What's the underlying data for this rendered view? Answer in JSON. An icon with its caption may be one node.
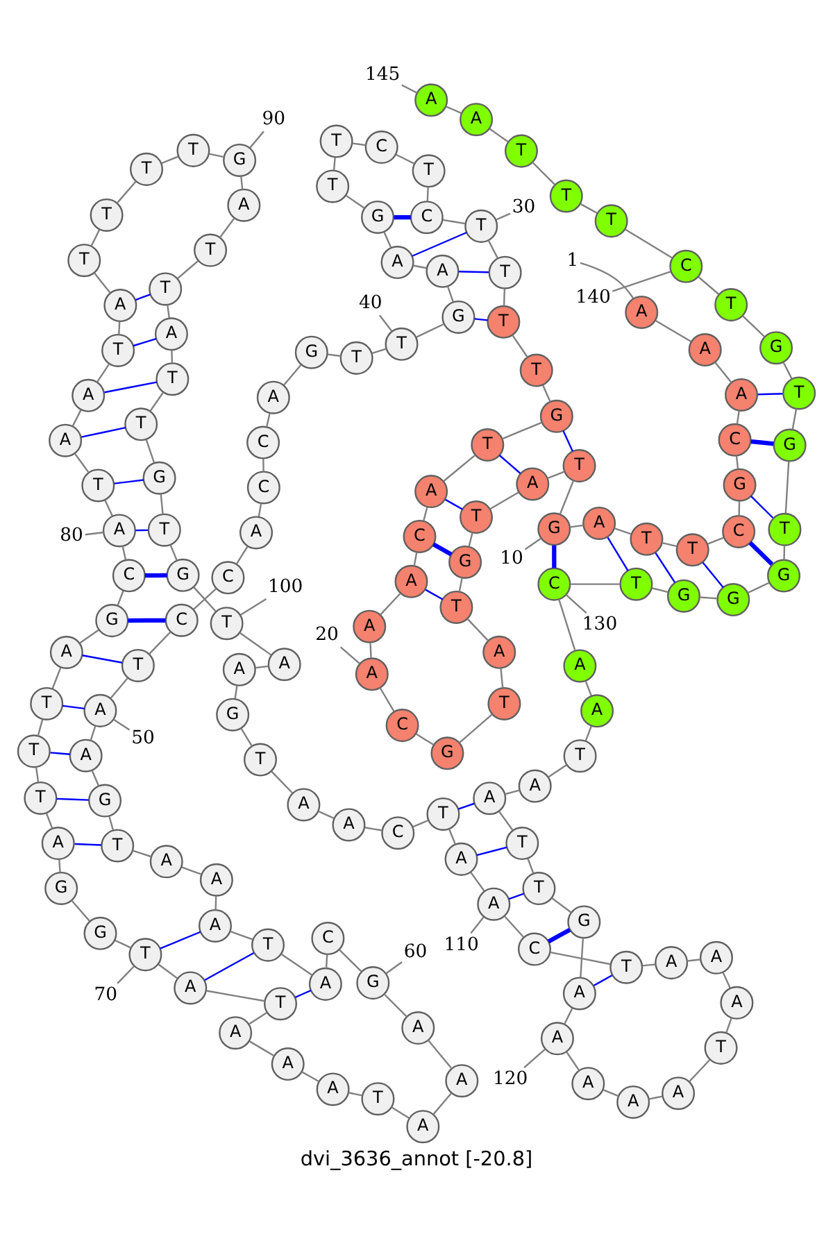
{
  "diagram": {
    "caption": "dvi_3636_annot [-20.8]",
    "nodes": [
      {
        "text": [
          "A"
        ]
      },
      {
        "text": [
          "A"
        ]
      },
      {
        "text": [
          "A"
        ]
      },
      {
        "text": [
          "C"
        ]
      },
      {
        "text": [
          "G"
        ]
      },
      {
        "text": [
          "C"
        ]
      },
      {
        "text": [
          "T"
        ]
      },
      {
        "text": [
          "T"
        ]
      },
      {
        "text": [
          "A"
        ]
      },
      {
        "text": [
          "G"
        ]
      },
      {
        "text": [
          "T"
        ]
      },
      {
        "text": [
          "A"
        ]
      },
      {
        "text": [
          "T"
        ]
      },
      {
        "text": [
          "G"
        ]
      },
      {
        "text": [
          "T"
        ]
      },
      {
        "text": [
          "A"
        ]
      },
      {
        "text": [
          "T"
        ]
      },
      {
        "text": [
          "G"
        ]
      },
      {
        "text": [
          "C"
        ]
      },
      {
        "text": [
          "A"
        ]
      },
      {
        "text": [
          "A"
        ]
      },
      {
        "text": [
          "A"
        ]
      },
      {
        "text": [
          "C"
        ]
      },
      {
        "text": [
          "A"
        ]
      },
      {
        "text": [
          "T"
        ]
      },
      {
        "text": [
          "G"
        ]
      },
      {
        "text": [
          "T"
        ]
      },
      {
        "text": [
          "T"
        ]
      },
      {
        "text": [
          "T"
        ]
      },
      {
        "text": [
          "T"
        ]
      },
      {
        "text": [
          "C"
        ]
      },
      {
        "text": [
          "T"
        ]
      },
      {
        "text": [
          "C"
        ]
      },
      {
        "text": [
          "T"
        ]
      },
      {
        "text": [
          "T"
        ]
      },
      {
        "text": [
          "G"
        ]
      },
      {
        "text": [
          "A"
        ]
      },
      {
        "text": [
          "A"
        ]
      },
      {
        "text": [
          "G"
        ]
      },
      {
        "text": [
          "T"
        ]
      },
      {
        "text": [
          "T"
        ]
      },
      {
        "text": [
          "G"
        ]
      },
      {
        "text": [
          "A"
        ]
      },
      {
        "text": [
          "C"
        ]
      },
      {
        "text": [
          "C"
        ]
      },
      {
        "text": [
          "A"
        ]
      },
      {
        "text": [
          "C"
        ]
      },
      {
        "text": [
          "C"
        ]
      },
      {
        "text": [
          "T"
        ]
      },
      {
        "text": [
          "A"
        ]
      },
      {
        "text": [
          "A"
        ]
      },
      {
        "text": [
          "G"
        ]
      },
      {
        "text": [
          "T"
        ]
      },
      {
        "text": [
          "A"
        ]
      },
      {
        "text": [
          "A"
        ]
      },
      {
        "text": [
          "A"
        ]
      },
      {
        "text": [
          "T"
        ]
      },
      {
        "text": [
          "A"
        ]
      },
      {
        "text": [
          "C"
        ]
      },
      {
        "text": [
          "G"
        ]
      },
      {
        "text": [
          "A"
        ]
      },
      {
        "text": [
          "A"
        ]
      },
      {
        "text": [
          "A"
        ]
      },
      {
        "text": [
          "T"
        ]
      },
      {
        "text": [
          "A"
        ]
      },
      {
        "text": [
          "A"
        ]
      },
      {
        "text": [
          "A"
        ]
      },
      {
        "text": [
          "T"
        ]
      },
      {
        "text": [
          "A"
        ]
      },
      {
        "text": [
          "T"
        ]
      },
      {
        "text": [
          "G"
        ]
      },
      {
        "text": [
          "G"
        ]
      },
      {
        "text": [
          "A"
        ]
      },
      {
        "text": [
          "T"
        ]
      },
      {
        "text": [
          "T"
        ]
      },
      {
        "text": [
          "T"
        ]
      },
      {
        "text": [
          "A"
        ]
      },
      {
        "text": [
          "G"
        ]
      },
      {
        "text": [
          "C"
        ]
      },
      {
        "text": [
          "A"
        ]
      },
      {
        "text": [
          "T"
        ]
      },
      {
        "text": [
          "A"
        ]
      },
      {
        "text": [
          "A"
        ]
      },
      {
        "text": [
          "T"
        ]
      },
      {
        "text": [
          "A"
        ]
      },
      {
        "text": [
          "T"
        ]
      },
      {
        "text": [
          "T"
        ]
      },
      {
        "text": [
          "T"
        ]
      },
      {
        "text": [
          "T"
        ]
      },
      {
        "text": [
          "G"
        ]
      },
      {
        "text": [
          "A"
        ]
      },
      {
        "text": [
          "T"
        ]
      },
      {
        "text": [
          "T"
        ]
      },
      {
        "text": [
          "A"
        ]
      },
      {
        "text": [
          "T"
        ]
      },
      {
        "text": [
          "T"
        ]
      },
      {
        "text": [
          "G"
        ]
      },
      {
        "text": [
          "T"
        ]
      },
      {
        "text": [
          "G"
        ]
      },
      {
        "text": [
          "T"
        ]
      },
      {
        "text": [
          "A"
        ]
      },
      {
        "text": [
          "A"
        ]
      },
      {
        "text": [
          "G"
        ]
      },
      {
        "text": [
          "T"
        ]
      },
      {
        "text": [
          "A"
        ]
      },
      {
        "text": [
          "A"
        ]
      },
      {
        "text": [
          "C"
        ]
      },
      {
        "text": [
          "T"
        ]
      },
      {
        "text": [
          "A"
        ]
      },
      {
        "text": [
          "A"
        ]
      },
      {
        "text": [
          "C"
        ]
      },
      {
        "text": [
          "T"
        ]
      },
      {
        "text": [
          "A"
        ]
      },
      {
        "text": [
          "A"
        ]
      },
      {
        "text": [
          "A"
        ]
      },
      {
        "text": [
          "T"
        ]
      },
      {
        "text": [
          "A"
        ]
      },
      {
        "text": [
          "A"
        ]
      },
      {
        "text": [
          "A"
        ]
      },
      {
        "text": [
          "A"
        ]
      },
      {
        "text": [
          "A"
        ]
      },
      {
        "text": [
          "G"
        ]
      },
      {
        "text": [
          "T"
        ]
      },
      {
        "text": [
          "T"
        ]
      },
      {
        "text": [
          "A"
        ]
      },
      {
        "text": [
          "A"
        ]
      },
      {
        "text": [
          "T"
        ]
      },
      {
        "text": [
          "A"
        ]
      },
      {
        "text": [
          "A"
        ]
      },
      {
        "text": [
          "C"
        ]
      },
      {
        "text": [
          "T"
        ]
      },
      {
        "text": [
          "G"
        ]
      },
      {
        "text": [
          "G"
        ]
      },
      {
        "text": [
          "G"
        ]
      },
      {
        "text": [
          "T"
        ]
      },
      {
        "text": [
          "G"
        ]
      },
      {
        "text": [
          "T"
        ]
      },
      {
        "text": [
          "G"
        ]
      },
      {
        "text": [
          "T"
        ]
      },
      {
        "text": [
          "C"
        ]
      },
      {
        "text": [
          "T"
        ]
      },
      {
        "text": [
          "T"
        ]
      },
      {
        "text": [
          "T"
        ]
      },
      {
        "text": [
          "A"
        ]
      },
      {
        "text": [
          "A"
        ]
      },
      {
        "text": [
          "1"
        ]
      },
      {
        "text": [
          "10"
        ]
      },
      {
        "text": [
          "20"
        ]
      },
      {
        "text": [
          "30"
        ]
      },
      {
        "text": [
          "40"
        ]
      },
      {
        "text": [
          "50"
        ]
      },
      {
        "text": [
          "60"
        ]
      },
      {
        "text": [
          "70"
        ]
      },
      {
        "text": [
          "80"
        ]
      },
      {
        "text": [
          "90"
        ]
      },
      {
        "text": [
          "100"
        ]
      },
      {
        "text": [
          "110"
        ]
      },
      {
        "text": [
          "120"
        ]
      },
      {
        "text": [
          "130"
        ]
      },
      {
        "text": [
          "140"
        ]
      },
      {
        "text": [
          "145"
        ]
      }
    ],
    "edges": [
      {
        "from": 0,
        "to": 1,
        "arrow": "none"
      },
      {
        "from": 1,
        "to": 2,
        "arrow": "none"
      },
      {
        "from": 2,
        "to": 3,
        "arrow": "none"
      },
      {
        "from": 3,
        "to": 4,
        "arrow": "none"
      },
      {
        "from": 4,
        "to": 5,
        "arrow": "none"
      },
      {
        "from": 5,
        "to": 6,
        "arrow": "none"
      },
      {
        "from": 6,
        "to": 7,
        "arrow": "none"
      },
      {
        "from": 7,
        "to": 8,
        "arrow": "none"
      },
      {
        "from": 8,
        "to": 9,
        "arrow": "none"
      },
      {
        "from": 9,
        "to": 10,
        "arrow": "none"
      },
      {
        "from": 10,
        "to": 11,
        "arrow": "none"
      },
      {
        "from": 11,
        "to": 12,
        "arrow": "none"
      },
      {
        "from": 12,
        "to": 13,
        "arrow": "none"
      },
      {
        "from": 13,
        "to": 14,
        "arrow": "none"
      },
      {
        "from": 14,
        "to": 15,
        "arrow": "none"
      },
      {
        "from": 15,
        "to": 16,
        "arrow": "none"
      },
      {
        "from": 16,
        "to": 17,
        "arrow": "none"
      },
      {
        "from": 17,
        "to": 18,
        "arrow": "none"
      },
      {
        "from": 18,
        "to": 19,
        "arrow": "none"
      },
      {
        "from": 19,
        "to": 20,
        "arrow": "none"
      },
      {
        "from": 20,
        "to": 21,
        "arrow": "none"
      },
      {
        "from": 21,
        "to": 22,
        "arrow": "none"
      },
      {
        "from": 22,
        "to": 23,
        "arrow": "none"
      },
      {
        "from": 23,
        "to": 24,
        "arrow": "none"
      },
      {
        "from": 24,
        "to": 25,
        "arrow": "none"
      },
      {
        "from": 25,
        "to": 26,
        "arrow": "none"
      },
      {
        "from": 26,
        "to": 27,
        "arrow": "none"
      },
      {
        "from": 27,
        "to": 28,
        "arrow": "none"
      },
      {
        "from": 28,
        "to": 29,
        "arrow": "none"
      },
      {
        "from": 29,
        "to": 30,
        "arrow": "none"
      },
      {
        "from": 30,
        "to": 31,
        "arrow": "none"
      },
      {
        "from": 31,
        "to": 32,
        "arrow": "none"
      },
      {
        "from": 32,
        "to": 33,
        "arrow": "none"
      },
      {
        "from": 33,
        "to": 34,
        "arrow": "none"
      },
      {
        "from": 34,
        "to": 35,
        "arrow": "none"
      },
      {
        "from": 35,
        "to": 36,
        "arrow": "none"
      },
      {
        "from": 36,
        "to": 37,
        "arrow": "none"
      },
      {
        "from": 37,
        "to": 38,
        "arrow": "none"
      },
      {
        "from": 38,
        "to": 39,
        "arrow": "none"
      },
      {
        "from": 39,
        "to": 40,
        "arrow": "none"
      },
      {
        "from": 40,
        "to": 41,
        "arrow": "none"
      },
      {
        "from": 41,
        "to": 42,
        "arrow": "none"
      },
      {
        "from": 42,
        "to": 43,
        "arrow": "none"
      },
      {
        "from": 43,
        "to": 44,
        "arrow": "none"
      },
      {
        "from": 44,
        "to": 45,
        "arrow": "none"
      },
      {
        "from": 45,
        "to": 46,
        "arrow": "none"
      },
      {
        "from": 46,
        "to": 47,
        "arrow": "none"
      },
      {
        "from": 47,
        "to": 48,
        "arrow": "none"
      },
      {
        "from": 48,
        "to": 49,
        "arrow": "none"
      },
      {
        "from": 49,
        "to": 50,
        "arrow": "none"
      },
      {
        "from": 50,
        "to": 51,
        "arrow": "none"
      },
      {
        "from": 51,
        "to": 52,
        "arrow": "none"
      },
      {
        "from": 52,
        "to": 53,
        "arrow": "none"
      },
      {
        "from": 53,
        "to": 54,
        "arrow": "none"
      },
      {
        "from": 54,
        "to": 55,
        "arrow": "none"
      },
      {
        "from": 55,
        "to": 56,
        "arrow": "none"
      },
      {
        "from": 56,
        "to": 57,
        "arrow": "none"
      },
      {
        "from": 57,
        "to": 58,
        "arrow": "none"
      },
      {
        "from": 58,
        "to": 59,
        "arrow": "none"
      },
      {
        "from": 59,
        "to": 60,
        "arrow": "none"
      },
      {
        "from": 60,
        "to": 61,
        "arrow": "none"
      },
      {
        "from": 61,
        "to": 62,
        "arrow": "none"
      },
      {
        "from": 62,
        "to": 63,
        "arrow": "none"
      },
      {
        "from": 63,
        "to": 64,
        "arrow": "none"
      },
      {
        "from": 64,
        "to": 65,
        "arrow": "none"
      },
      {
        "from": 65,
        "to": 66,
        "arrow": "none"
      },
      {
        "from": 66,
        "to": 67,
        "arrow": "none"
      },
      {
        "from": 67,
        "to": 68,
        "arrow": "none"
      },
      {
        "from": 68,
        "to": 69,
        "arrow": "none"
      },
      {
        "from": 69,
        "to": 70,
        "arrow": "none"
      },
      {
        "from": 70,
        "to": 71,
        "arrow": "none"
      },
      {
        "from": 71,
        "to": 72,
        "arrow": "none"
      },
      {
        "from": 72,
        "to": 73,
        "arrow": "none"
      },
      {
        "from": 73,
        "to": 74,
        "arrow": "none"
      },
      {
        "from": 74,
        "to": 75,
        "arrow": "none"
      },
      {
        "from": 75,
        "to": 76,
        "arrow": "none"
      },
      {
        "from": 76,
        "to": 77,
        "arrow": "none"
      },
      {
        "from": 77,
        "to": 78,
        "arrow": "none"
      },
      {
        "from": 78,
        "to": 79,
        "arrow": "none"
      },
      {
        "from": 79,
        "to": 80,
        "arrow": "none"
      },
      {
        "from": 80,
        "to": 81,
        "arrow": "none"
      },
      {
        "from": 81,
        "to": 82,
        "arrow": "none"
      },
      {
        "from": 82,
        "to": 83,
        "arrow": "none"
      },
      {
        "from": 83,
        "to": 84,
        "arrow": "none"
      },
      {
        "from": 84,
        "to": 85,
        "arrow": "none"
      },
      {
        "from": 85,
        "to": 86,
        "arrow": "none"
      },
      {
        "from": 86,
        "to": 87,
        "arrow": "none"
      },
      {
        "from": 87,
        "to": 88,
        "arrow": "none"
      },
      {
        "from": 88,
        "to": 89,
        "arrow": "none"
      },
      {
        "from": 89,
        "to": 90,
        "arrow": "none"
      },
      {
        "from": 90,
        "to": 91,
        "arrow": "none"
      },
      {
        "from": 91,
        "to": 92,
        "arrow": "none"
      },
      {
        "from": 92,
        "to": 93,
        "arrow": "none"
      },
      {
        "from": 93,
        "to": 94,
        "arrow": "none"
      },
      {
        "from": 94,
        "to": 95,
        "arrow": "none"
      },
      {
        "from": 95,
        "to": 96,
        "arrow": "none"
      },
      {
        "from": 96,
        "to": 97,
        "arrow": "none"
      },
      {
        "from": 97,
        "to": 98,
        "arrow": "none"
      },
      {
        "from": 98,
        "to": 99,
        "arrow": "none"
      },
      {
        "from": 99,
        "to": 100,
        "arrow": "none"
      },
      {
        "from": 100,
        "to": 101,
        "arrow": "none"
      },
      {
        "from": 101,
        "to": 102,
        "arrow": "none"
      },
      {
        "from": 102,
        "to": 103,
        "arrow": "none"
      },
      {
        "from": 103,
        "to": 104,
        "arrow": "none"
      },
      {
        "from": 104,
        "to": 105,
        "arrow": "none"
      },
      {
        "from": 105,
        "to": 106,
        "arrow": "none"
      },
      {
        "from": 106,
        "to": 107,
        "arrow": "none"
      },
      {
        "from": 107,
        "to": 108,
        "arrow": "none"
      },
      {
        "from": 108,
        "to": 109,
        "arrow": "none"
      },
      {
        "from": 109,
        "to": 110,
        "arrow": "none"
      },
      {
        "from": 110,
        "to": 111,
        "arrow": "none"
      },
      {
        "from": 111,
        "to": 112,
        "arrow": "none"
      },
      {
        "from": 112,
        "to": 113,
        "arrow": "none"
      },
      {
        "from": 113,
        "to": 114,
        "arrow": "none"
      },
      {
        "from": 114,
        "to": 115,
        "arrow": "none"
      },
      {
        "from": 115,
        "to": 116,
        "arrow": "none"
      },
      {
        "from": 116,
        "to": 117,
        "arrow": "none"
      },
      {
        "from": 117,
        "to": 118,
        "arrow": "none"
      },
      {
        "from": 118,
        "to": 119,
        "arrow": "none"
      },
      {
        "from": 119,
        "to": 120,
        "arrow": "none"
      },
      {
        "from": 120,
        "to": 121,
        "arrow": "none"
      },
      {
        "from": 121,
        "to": 122,
        "arrow": "none"
      },
      {
        "from": 122,
        "to": 123,
        "arrow": "none"
      },
      {
        "from": 123,
        "to": 124,
        "arrow": "none"
      },
      {
        "from": 124,
        "to": 125,
        "arrow": "none"
      },
      {
        "from": 125,
        "to": 126,
        "arrow": "none"
      },
      {
        "from": 126,
        "to": 127,
        "arrow": "none"
      },
      {
        "from": 127,
        "to": 128,
        "arrow": "none"
      },
      {
        "from": 128,
        "to": 129,
        "arrow": "none"
      },
      {
        "from": 129,
        "to": 130,
        "arrow": "none"
      },
      {
        "from": 130,
        "to": 131,
        "arrow": "none"
      },
      {
        "from": 131,
        "to": 132,
        "arrow": "none"
      },
      {
        "from": 132,
        "to": 133,
        "arrow": "none"
      },
      {
        "from": 133,
        "to": 134,
        "arrow": "none"
      },
      {
        "from": 134,
        "to": 135,
        "arrow": "none"
      },
      {
        "from": 135,
        "to": 136,
        "arrow": "none"
      },
      {
        "from": 136,
        "to": 137,
        "arrow": "none"
      },
      {
        "from": 137,
        "to": 138,
        "arrow": "none"
      },
      {
        "from": 138,
        "to": 139,
        "arrow": "none"
      },
      {
        "from": 139,
        "to": 140,
        "arrow": "none"
      },
      {
        "from": 140,
        "to": 141,
        "arrow": "none"
      },
      {
        "from": 141,
        "to": 142,
        "arrow": "none"
      },
      {
        "from": 142,
        "to": 143,
        "arrow": "none"
      },
      {
        "from": 143,
        "to": 144,
        "arrow": "none"
      },
      {
        "from": 2,
        "to": 136,
        "arrow": "none",
        "color": "#0000ff"
      },
      {
        "from": 3,
        "to": 135,
        "arrow": "none",
        "color": "#0000ff",
        "style": "thick"
      },
      {
        "from": 4,
        "to": 134,
        "arrow": "none",
        "color": "#0000ff"
      },
      {
        "from": 5,
        "to": 133,
        "arrow": "none",
        "color": "#0000ff",
        "style": "thick"
      },
      {
        "from": 6,
        "to": 132,
        "arrow": "none",
        "color": "#0000ff"
      },
      {
        "from": 7,
        "to": 131,
        "arrow": "none",
        "color": "#0000ff"
      },
      {
        "from": 8,
        "to": 130,
        "arrow": "none",
        "color": "#0000ff"
      },
      {
        "from": 9,
        "to": 129,
        "arrow": "none",
        "color": "#0000ff",
        "style": "thick"
      },
      {
        "from": 10,
        "to": 25,
        "arrow": "none",
        "color": "#0000ff"
      },
      {
        "from": 11,
        "to": 24,
        "arrow": "none",
        "color": "#0000ff"
      },
      {
        "from": 12,
        "to": 23,
        "arrow": "none",
        "color": "#0000ff"
      },
      {
        "from": 13,
        "to": 22,
        "arrow": "none",
        "color": "#0000ff",
        "style": "thick"
      },
      {
        "from": 14,
        "to": 21,
        "arrow": "none",
        "color": "#0000ff"
      },
      {
        "from": 27,
        "to": 38,
        "arrow": "none",
        "color": "#0000ff"
      },
      {
        "from": 28,
        "to": 37,
        "arrow": "none",
        "color": "#0000ff"
      },
      {
        "from": 29,
        "to": 36,
        "arrow": "none",
        "color": "#0000ff"
      },
      {
        "from": 30,
        "to": 35,
        "arrow": "none",
        "color": "#0000ff",
        "style": "thick"
      },
      {
        "from": 47,
        "to": 77,
        "arrow": "none",
        "color": "#0000ff",
        "style": "thick"
      },
      {
        "from": 48,
        "to": 76,
        "arrow": "none",
        "color": "#0000ff"
      },
      {
        "from": 49,
        "to": 75,
        "arrow": "none",
        "color": "#0000ff"
      },
      {
        "from": 50,
        "to": 74,
        "arrow": "none",
        "color": "#0000ff"
      },
      {
        "from": 51,
        "to": 73,
        "arrow": "none",
        "color": "#0000ff"
      },
      {
        "from": 52,
        "to": 72,
        "arrow": "none",
        "color": "#0000ff"
      },
      {
        "from": 55,
        "to": 69,
        "arrow": "none",
        "color": "#0000ff"
      },
      {
        "from": 56,
        "to": 68,
        "arrow": "none",
        "color": "#0000ff"
      },
      {
        "from": 57,
        "to": 67,
        "arrow": "none",
        "color": "#0000ff"
      },
      {
        "from": 78,
        "to": 98,
        "arrow": "none",
        "color": "#0000ff",
        "style": "thick"
      },
      {
        "from": 79,
        "to": 97,
        "arrow": "none",
        "color": "#0000ff"
      },
      {
        "from": 80,
        "to": 96,
        "arrow": "none",
        "color": "#0000ff"
      },
      {
        "from": 81,
        "to": 95,
        "arrow": "none",
        "color": "#0000ff"
      },
      {
        "from": 82,
        "to": 94,
        "arrow": "none",
        "color": "#0000ff"
      },
      {
        "from": 83,
        "to": 93,
        "arrow": "none",
        "color": "#0000ff"
      },
      {
        "from": 84,
        "to": 92,
        "arrow": "none",
        "color": "#0000ff"
      },
      {
        "from": 107,
        "to": 124,
        "arrow": "none",
        "color": "#0000ff"
      },
      {
        "from": 108,
        "to": 123,
        "arrow": "none",
        "color": "#0000ff"
      },
      {
        "from": 109,
        "to": 122,
        "arrow": "none",
        "color": "#0000ff"
      },
      {
        "from": 110,
        "to": 121,
        "arrow": "none",
        "color": "#0000ff",
        "style": "thick"
      },
      {
        "from": 111,
        "to": 120,
        "arrow": "none",
        "color": "#0000ff"
      },
      {
        "from": 145,
        "to": 0,
        "arrow": "none"
      },
      {
        "from": 146,
        "to": 9,
        "arrow": "none"
      },
      {
        "from": 147,
        "to": 19,
        "arrow": "none"
      },
      {
        "from": 148,
        "to": 29,
        "arrow": "none"
      },
      {
        "from": 149,
        "to": 39,
        "arrow": "none"
      },
      {
        "from": 150,
        "to": 49,
        "arrow": "none"
      },
      {
        "from": 151,
        "to": 59,
        "arrow": "none"
      },
      {
        "from": 152,
        "to": 69,
        "arrow": "none"
      },
      {
        "from": 153,
        "to": 79,
        "arrow": "none"
      },
      {
        "from": 154,
        "to": 89,
        "arrow": "none"
      },
      {
        "from": 155,
        "to": 99,
        "arrow": "none"
      },
      {
        "from": 156,
        "to": 109,
        "arrow": "none"
      },
      {
        "from": 157,
        "to": 119,
        "arrow": "none"
      },
      {
        "from": 158,
        "to": 129,
        "arrow": "none"
      },
      {
        "from": 159,
        "to": 139,
        "arrow": "none"
      },
      {
        "from": 160,
        "to": 144,
        "arrow": "none"
      }
    ]
  }
}
